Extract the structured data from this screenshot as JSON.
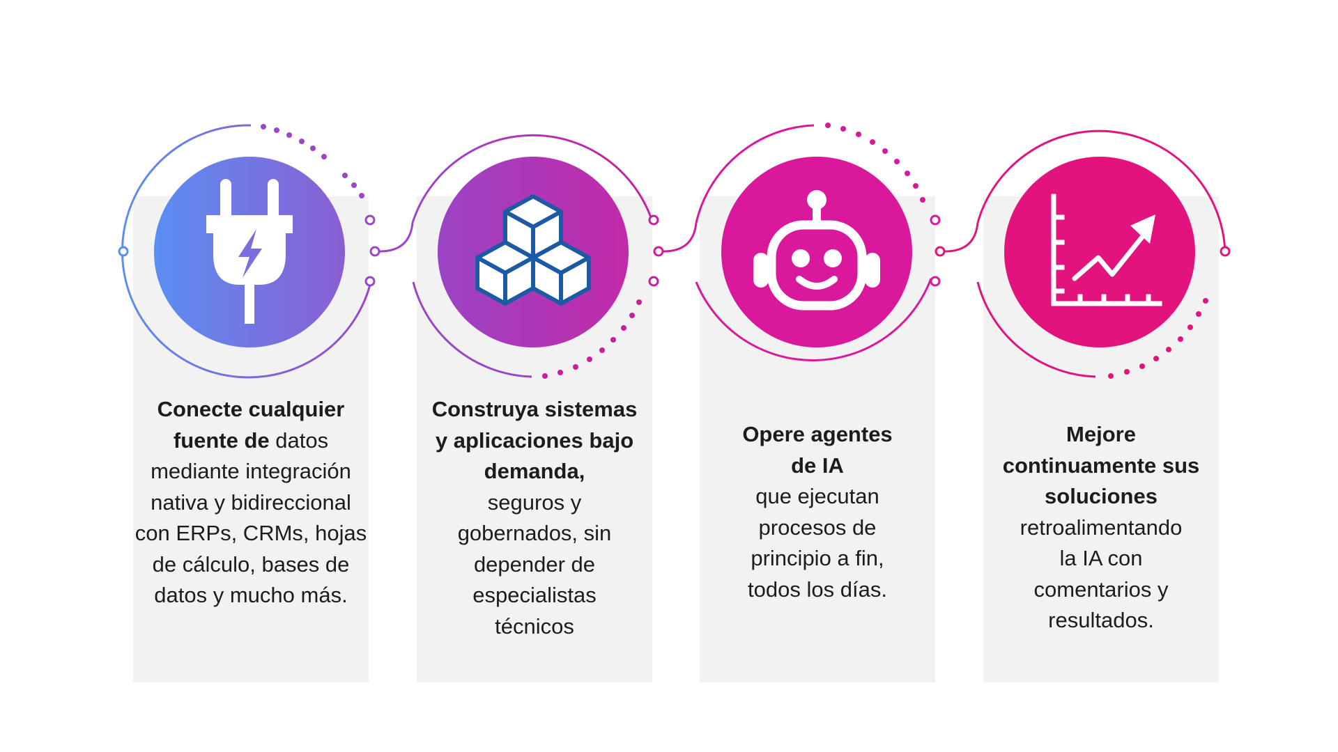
{
  "steps": [
    {
      "id": "connect",
      "icon": "plug-icon",
      "color_from": "#5b8ef2",
      "color_to": "#8a5fd3",
      "bold": "Conecte cualquier fuente de",
      "text": " datos mediante integración nativa y bidireccional con ERPs, CRMs, hojas de cálculo, bases de datos y mucho más."
    },
    {
      "id": "build",
      "icon": "cubes-icon",
      "color_from": "#9a44c5",
      "color_to": "#c22aa8",
      "bold": "Construya sistemas y aplicaciones bajo demanda,",
      "text": "seguros y gobernados, sin depender de especialistas técnicos"
    },
    {
      "id": "operate",
      "icon": "robot-icon",
      "color_from": "#d918a0",
      "color_to": "#d918a0",
      "bold": "Opere agentes de IA",
      "text": "que ejecutan procesos de principio a fin, todos los días."
    },
    {
      "id": "improve",
      "icon": "growth-chart-icon",
      "color_from": "#e3137e",
      "color_to": "#e3137e",
      "bold": "Mejore continuamente sus soluciones",
      "text": "retroalimentando la IA con comentarios y resultados."
    }
  ],
  "colors": {
    "card_bg": "#f2f2f2",
    "blue": "#5b8ef2",
    "purple": "#9b45c9",
    "magenta": "#d9189c",
    "pink": "#e3137e",
    "cube_stroke": "#1d5aa6"
  }
}
